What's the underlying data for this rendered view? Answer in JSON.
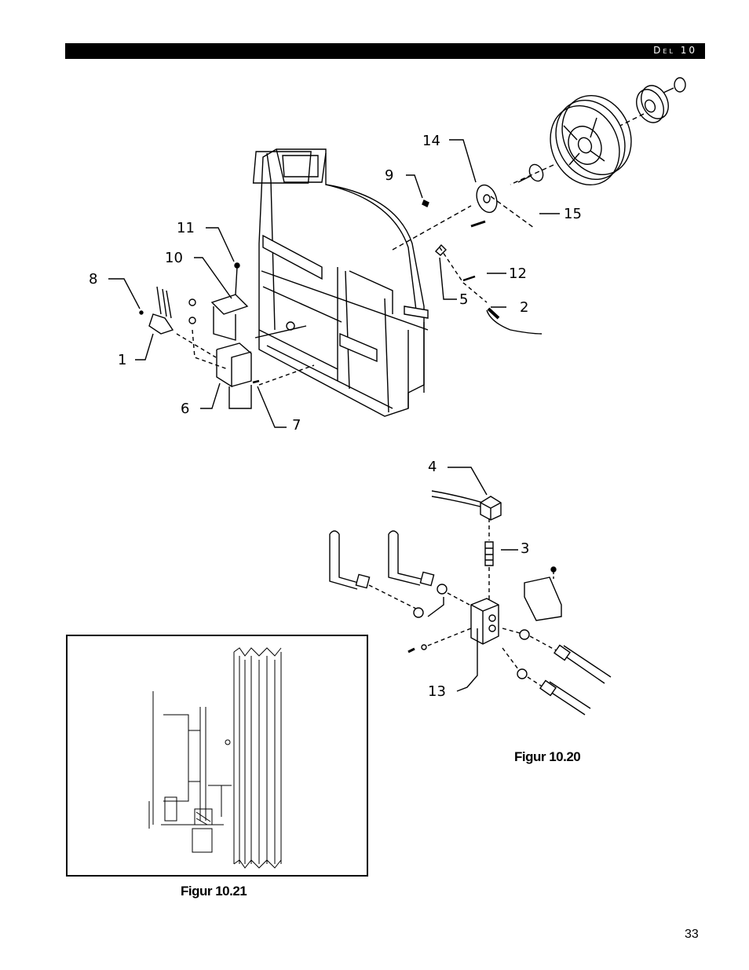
{
  "header": {
    "section": "Del 10"
  },
  "figure_10_20": {
    "caption": "Figur 10.20",
    "callouts": {
      "c1": "1",
      "c2": "2",
      "c3": "3",
      "c4": "4",
      "c5": "5",
      "c6": "6",
      "c7": "7",
      "c8": "8",
      "c9": "9",
      "c10": "10",
      "c11": "11",
      "c12": "12",
      "c13": "13",
      "c14": "14",
      "c15": "15"
    }
  },
  "figure_10_21": {
    "caption": "Figur 10.21"
  },
  "footer": {
    "page_number": "33"
  }
}
